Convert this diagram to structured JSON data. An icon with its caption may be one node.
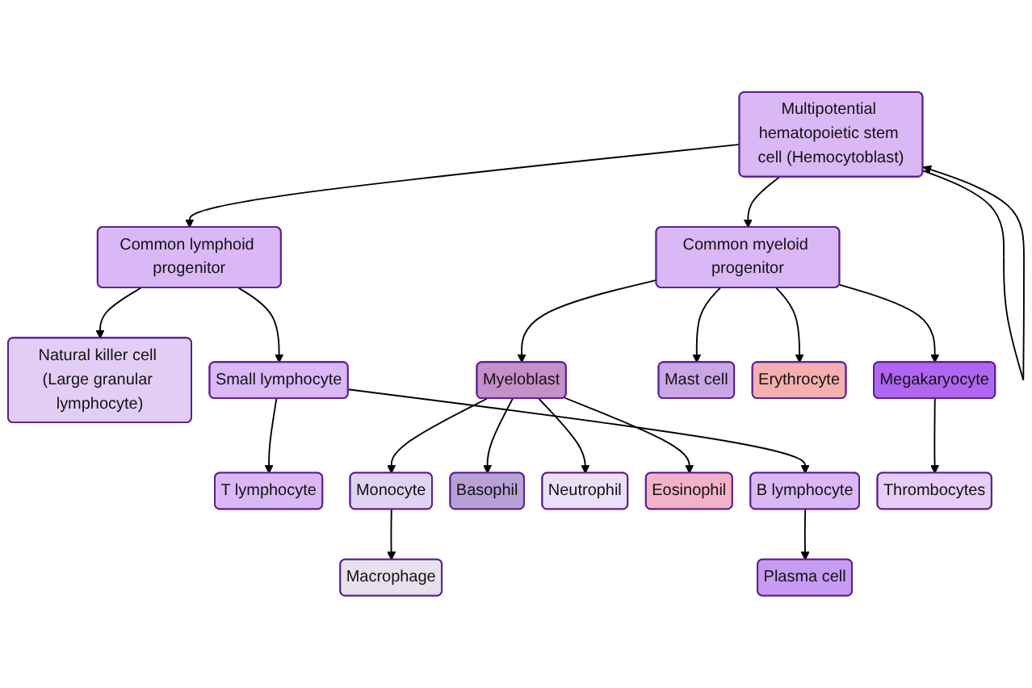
{
  "diagram": {
    "nodes": [
      {
        "text": [
          "Multipotential hematopoietic stem cell (Hemocytoblast)"
        ]
      },
      {
        "text": [
          "Common myeloid progenitor"
        ]
      },
      {
        "text": [
          "Common lymphoid progenitor"
        ]
      },
      {
        "text": [
          "Megakaryocyte"
        ]
      },
      {
        "text": [
          "Erythrocyte"
        ]
      },
      {
        "text": [
          "Mast cell"
        ]
      },
      {
        "text": [
          "Myeloblast"
        ]
      },
      {
        "text": [
          "Natural killer cell (Large granular lymphocyte)"
        ]
      },
      {
        "text": [
          "Small lymphocyte"
        ]
      },
      {
        "text": [
          "Thrombocytes"
        ]
      },
      {
        "text": [
          "Basophil"
        ]
      },
      {
        "text": [
          "Neutrophil"
        ]
      },
      {
        "text": [
          "Eosinophil"
        ]
      },
      {
        "text": [
          "Monocyte"
        ]
      },
      {
        "text": [
          "T lymphocyte"
        ]
      },
      {
        "text": [
          "B lymphocyte"
        ]
      },
      {
        "text": [
          "Macrophage"
        ]
      },
      {
        "text": [
          "Plasma cell"
        ]
      }
    ],
    "edges": [
      {
        "from": 0,
        "to": 0,
        "arrow": "to"
      },
      {
        "from": 0,
        "to": 1,
        "arrow": "to"
      },
      {
        "from": 0,
        "to": 2,
        "arrow": "to"
      },
      {
        "from": 1,
        "to": 3,
        "arrow": "to"
      },
      {
        "from": 1,
        "to": 4,
        "arrow": "to"
      },
      {
        "from": 1,
        "to": 5,
        "arrow": "to"
      },
      {
        "from": 1,
        "to": 6,
        "arrow": "to"
      },
      {
        "from": 2,
        "to": 7,
        "arrow": "to"
      },
      {
        "from": 2,
        "to": 8,
        "arrow": "to"
      },
      {
        "from": 3,
        "to": 9,
        "arrow": "to"
      },
      {
        "from": 6,
        "to": 10,
        "arrow": "to"
      },
      {
        "from": 6,
        "to": 11,
        "arrow": "to"
      },
      {
        "from": 6,
        "to": 12,
        "arrow": "to"
      },
      {
        "from": 6,
        "to": 13,
        "arrow": "to"
      },
      {
        "from": 8,
        "to": 14,
        "arrow": "to"
      },
      {
        "from": 8,
        "to": 15,
        "arrow": "to"
      },
      {
        "from": 13,
        "to": 16,
        "arrow": "to"
      },
      {
        "from": 15,
        "to": 17,
        "arrow": "to"
      }
    ]
  }
}
